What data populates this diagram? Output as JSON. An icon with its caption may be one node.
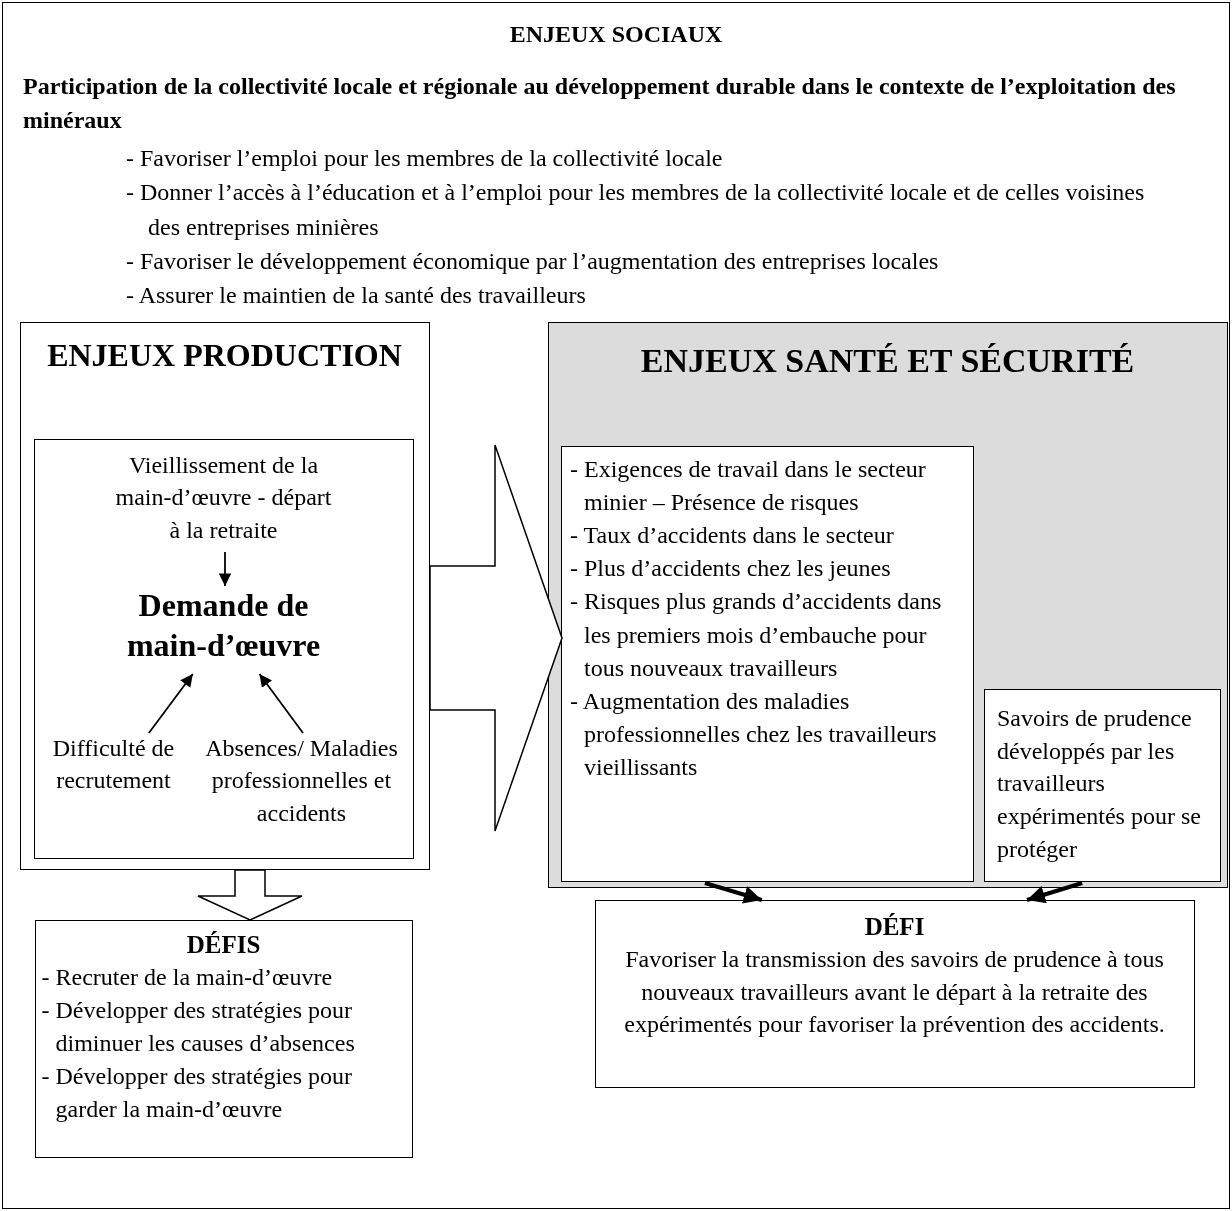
{
  "diagram": {
    "nodes": [
      {
        "text": [
          "ENJEUX SOCIAUX",
          "Participation de la collectivité locale et régionale au développement durable dans le contexte de l’exploitation des minéraux",
          "- Favoriser l’emploi pour les membres de la collectivité locale",
          "- Donner l’accès à l’éducation et à l’emploi pour les membres de la collectivité locale et de celles voisines des entreprises minières",
          "- Favoriser le développement économique par l’augmentation des entreprises locales",
          "- Assurer le maintien de la santé des travailleurs"
        ]
      },
      {
        "text": [
          "ENJEUX PRODUCTION"
        ],
        "in": 0
      },
      {
        "text": [],
        "shape": "box",
        "in": 1
      },
      {
        "text": [
          "Vieillissement de la main-d’œuvre - départ à la retraite"
        ],
        "in": 2
      },
      {
        "text": [
          "Demande de main-d’œuvre"
        ],
        "in": 2
      },
      {
        "text": [
          "Difficulté de recrutement"
        ],
        "in": 2
      },
      {
        "text": [
          "Absences/ Maladies professionnelles et accidents"
        ],
        "in": 2
      },
      {
        "text": [
          "ENJEUX SANTÉ ET SÉCURITÉ"
        ],
        "in": 0
      },
      {
        "text": [
          "- Exigences de travail dans le secteur minier – Présence de risques",
          "- Taux d’accidents dans le secteur",
          "- Plus d’accidents chez les jeunes",
          "- Risques plus grands d’accidents dans les premiers mois d’embauche pour tous nouveaux travailleurs",
          "- Augmentation des maladies professionnelles chez les travailleurs vieillissants"
        ],
        "in": 7
      },
      {
        "text": [
          "Savoirs de prudence développés par les travailleurs expérimentés pour se protéger"
        ],
        "in": 7
      },
      {
        "text": [
          "DÉFIS",
          "- Recruter de la main-d’œuvre",
          "- Développer des stratégies pour diminuer les causes d’absences",
          "- Développer des stratégies pour garder la main-d’œuvre"
        ],
        "in": 0
      },
      {
        "text": [
          "DÉFI",
          "Favoriser la transmission des savoirs de prudence à tous nouveaux travailleurs avant le départ à la retraite des expérimentés pour favoriser la prévention des accidents."
        ],
        "in": 0
      }
    ],
    "edges": [
      {
        "from": 3,
        "to": 4,
        "arrow": "to"
      },
      {
        "from": 5,
        "to": 4,
        "arrow": "to"
      },
      {
        "from": 6,
        "to": 4,
        "arrow": "to"
      },
      {
        "from": 1,
        "to": 8,
        "arrow": "to"
      },
      {
        "from": 1,
        "to": 10,
        "arrow": "to"
      },
      {
        "from": 8,
        "to": 11,
        "arrow": "to",
        "style": "thick"
      },
      {
        "from": 9,
        "to": 11,
        "arrow": "to",
        "style": "thick"
      }
    ]
  }
}
